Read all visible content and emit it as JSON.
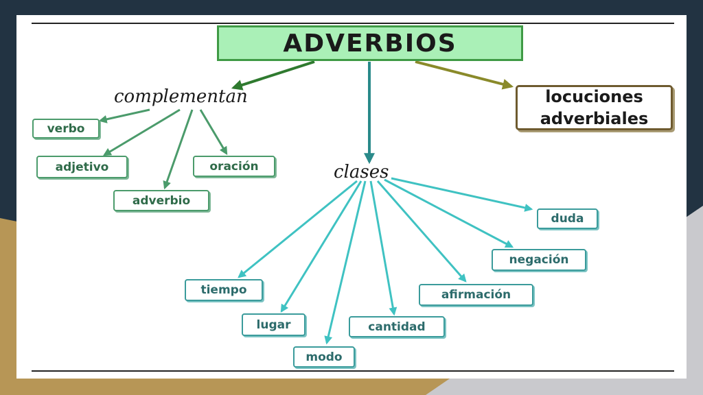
{
  "title": "ADVERBIOS",
  "complementan": {
    "label": "complementan",
    "items": [
      "verbo",
      "adjetivo",
      "adverbio",
      "oración"
    ]
  },
  "clases": {
    "label": "clases",
    "items": [
      "tiempo",
      "lugar",
      "modo",
      "cantidad",
      "afirmación",
      "negación",
      "duda"
    ]
  },
  "locuciones": {
    "line1": "locuciones",
    "line2": "adverbiales"
  },
  "colors": {
    "background_dark": "#223342",
    "background_gold": "#b79656",
    "title_fill": "#aaf0b7",
    "green_arrow": "#4b9b6b",
    "teal_arrow": "#3fc2c2",
    "olive_arrow": "#8a8a2a"
  }
}
